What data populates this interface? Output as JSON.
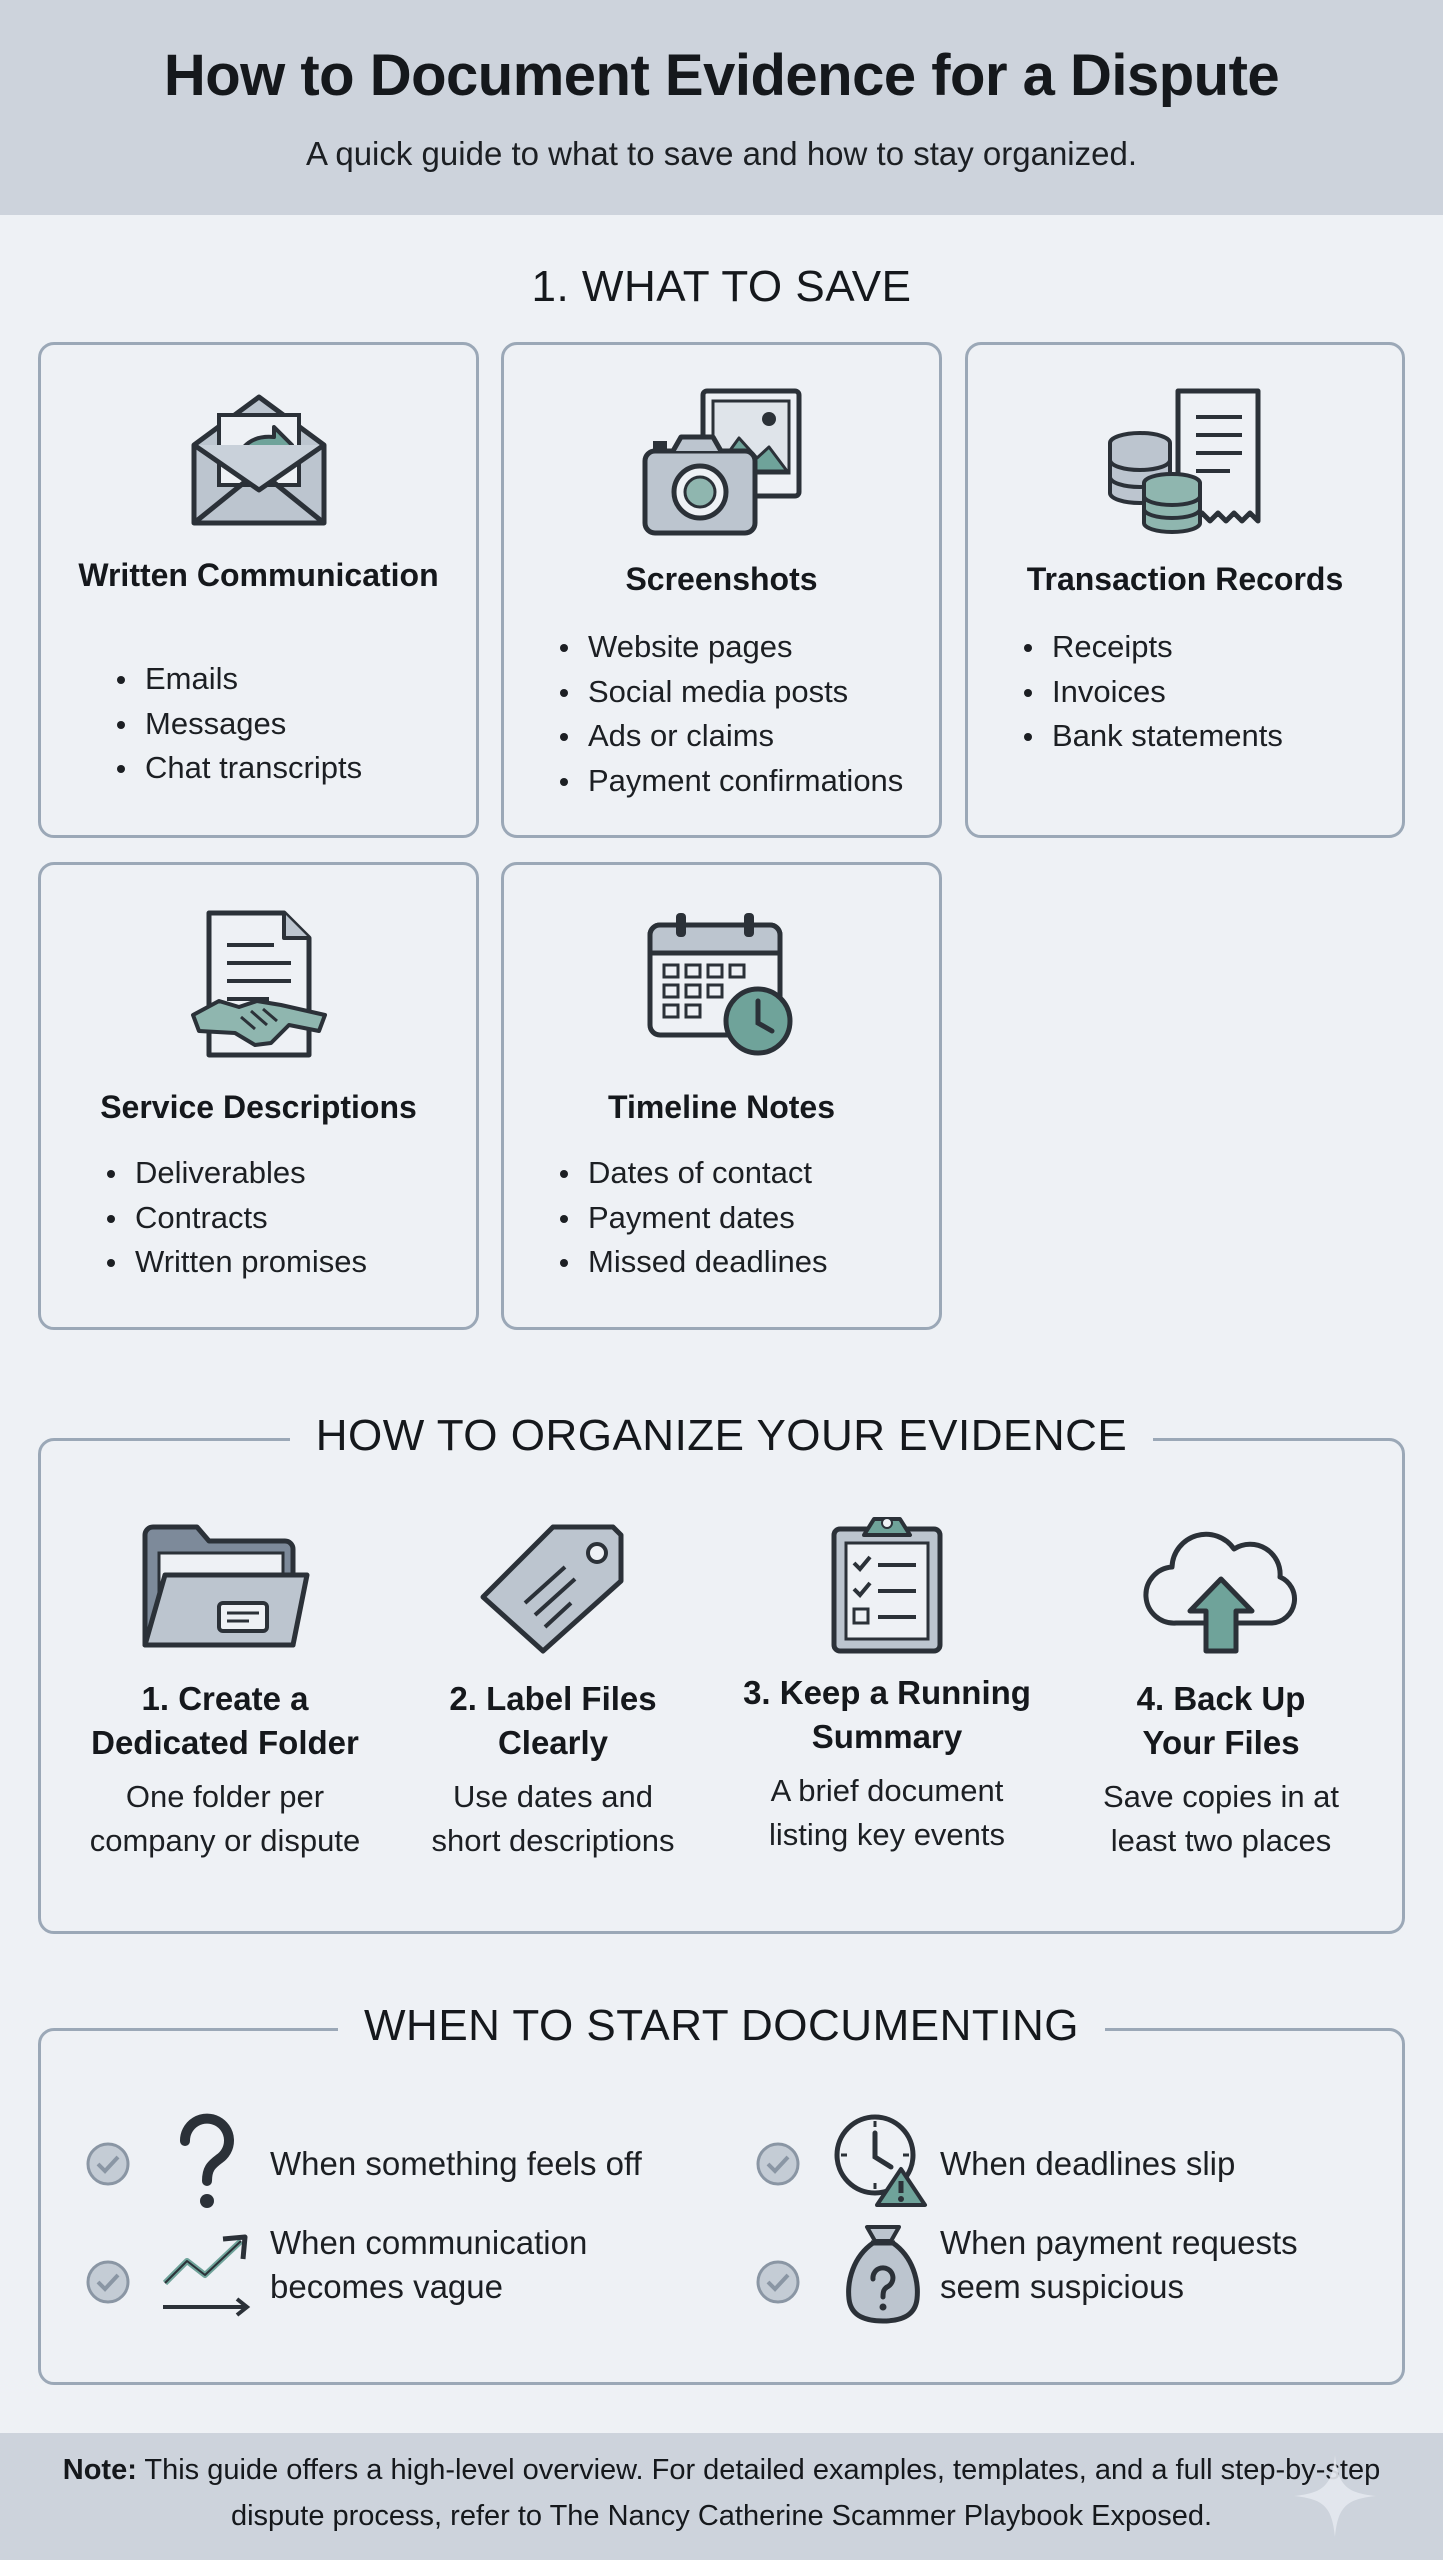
{
  "header": {
    "title": "How to Document Evidence for a Dispute",
    "subtitle": "A quick guide to what to save and how to stay organized."
  },
  "save_section": {
    "title": "1. WHAT TO SAVE",
    "cards": [
      {
        "title": "Written Communication",
        "icon": "envelope-arrow-icon",
        "items": [
          "Emails",
          "Messages",
          "Chat transcripts"
        ]
      },
      {
        "title": "Screenshots",
        "icon": "camera-photo-icon",
        "items": [
          "Website pages",
          "Social media posts",
          "Ads or claims",
          "Payment confirmations"
        ]
      },
      {
        "title": "Transaction Records",
        "icon": "receipt-coins-icon",
        "items": [
          "Receipts",
          "Invoices",
          "Bank statements"
        ]
      },
      {
        "title": "Service Descriptions",
        "icon": "contract-handshake-icon",
        "items": [
          "Deliverables",
          "Contracts",
          "Written promises"
        ]
      },
      {
        "title": "Timeline Notes",
        "icon": "calendar-clock-icon",
        "items": [
          "Dates of contact",
          "Payment dates",
          "Missed deadlines"
        ]
      }
    ]
  },
  "organize_section": {
    "title": "HOW TO ORGANIZE YOUR EVIDENCE",
    "steps": [
      {
        "title_line1": "1. Create a",
        "title_line2": "Dedicated Folder",
        "desc_line1": "One folder per",
        "desc_line2": "company or dispute",
        "icon": "folder-icon"
      },
      {
        "title_line1": "2. Label Files",
        "title_line2": "Clearly",
        "desc_line1": "Use dates and",
        "desc_line2": "short descriptions",
        "icon": "tag-icon"
      },
      {
        "title_line1": "3. Keep a Running",
        "title_line2": "Summary",
        "desc_line1": "A brief document",
        "desc_line2": "listing key events",
        "icon": "clipboard-checklist-icon"
      },
      {
        "title_line1": "4. Back Up",
        "title_line2": "Your Files",
        "desc_line1": "Save copies in at",
        "desc_line2": "least two places",
        "icon": "cloud-upload-icon"
      }
    ]
  },
  "when_section": {
    "title": "WHEN TO START DOCUMENTING",
    "items": [
      {
        "line1": "When something feels off",
        "line2": "",
        "icon": "question-mark-icon"
      },
      {
        "line1": "When deadlines slip",
        "line2": "",
        "icon": "clock-warning-icon"
      },
      {
        "line1": "When communication",
        "line2": "becomes vague",
        "icon": "trend-arrow-icon"
      },
      {
        "line1": "When payment requests",
        "line2": "seem suspicious",
        "icon": "money-bag-question-icon"
      }
    ]
  },
  "footer": {
    "label": "Note:",
    "text": " This guide offers a high-level overview. For detailed examples, templates, and a full step-by-step dispute process, refer to The Nancy Catherine Scammer Playbook Exposed."
  },
  "colors": {
    "header_bg": "#cdd3dc",
    "page_bg": "#eef1f5",
    "border": "#9ba8b7",
    "icon_fill": "#bcc5cf",
    "accent_teal": "#6fa39a",
    "icon_stroke": "#2b3138"
  }
}
